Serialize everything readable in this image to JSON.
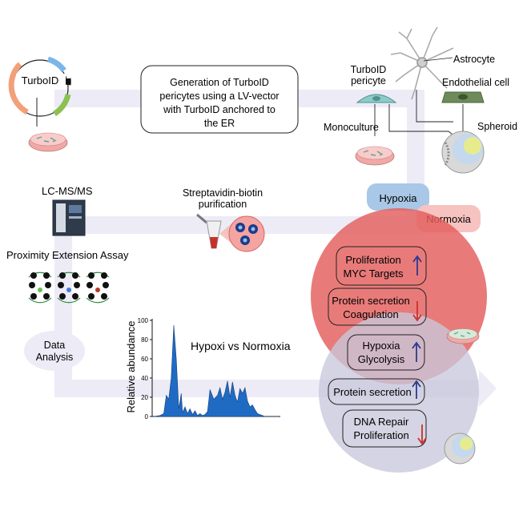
{
  "plasmid": {
    "label": "TurboID"
  },
  "generation_box": {
    "lines": [
      "Generation of TurboID",
      "pericytes using a LV-vector",
      "with TurboID anchored to",
      "the ER"
    ]
  },
  "cells": {
    "astrocyte": "Astrocyte",
    "turboid_pericyte": [
      "TurboID",
      "pericyte"
    ],
    "endothelial": "Endothelial cell",
    "monoculture": "Monoculture",
    "spheroid": "Spheroid"
  },
  "conditions": {
    "hypoxia": "Hypoxia",
    "normoxia": "Normoxia"
  },
  "methods": {
    "lcms": "LC-MS/MS",
    "streptavidin": [
      "Streptavidin-biotin",
      "purification"
    ],
    "pea": "Proximity Extension Assay",
    "data_analysis": [
      "Data",
      "Analysis"
    ]
  },
  "chart_data": {
    "type": "area",
    "title": "Hypoxi vs Normoxia",
    "ylabel": "Relative abundance",
    "xlabel": "",
    "ylim": [
      0,
      100
    ],
    "yticks": [
      0,
      20,
      40,
      60,
      80,
      100
    ],
    "x": [
      0,
      5,
      8,
      10,
      12,
      14,
      16,
      18,
      20,
      22,
      23,
      25,
      27,
      29,
      31,
      33,
      35,
      37,
      39,
      41,
      43,
      45,
      48,
      51,
      53,
      55,
      57,
      59,
      61,
      63,
      65,
      67,
      69,
      71,
      73,
      75,
      77,
      79,
      81,
      83,
      85,
      87,
      89,
      91,
      93,
      100
    ],
    "values": [
      0,
      1,
      3,
      22,
      18,
      40,
      95,
      60,
      8,
      24,
      4,
      10,
      3,
      8,
      2,
      6,
      1,
      3,
      1,
      2,
      5,
      28,
      18,
      22,
      30,
      18,
      25,
      37,
      20,
      36,
      22,
      15,
      29,
      24,
      30,
      16,
      10,
      12,
      7,
      3,
      2,
      1,
      0,
      0,
      0,
      0
    ]
  },
  "venn": {
    "top": [
      {
        "text": [
          "Proliferation",
          "MYC Targets"
        ],
        "direction": "up"
      },
      {
        "text": [
          "Protein secretion",
          "Coagulation"
        ],
        "direction": "down"
      }
    ],
    "middle": {
      "text": [
        "Hypoxia",
        "Glycolysis"
      ],
      "direction": "up"
    },
    "bottom": [
      {
        "text": [
          "Protein secretion"
        ],
        "direction": "up"
      },
      {
        "text": [
          "DNA Repair",
          "Proliferation"
        ],
        "direction": "down"
      }
    ]
  },
  "colors": {
    "flow_arrow": "#ecebf6",
    "hypoxia_bg": "#a9c7e6",
    "normoxia_bg": "#f6c3c0",
    "venn_top": "#e35e5b",
    "venn_bottom": "#c9c8dc",
    "area_fill": "#1f6bc4",
    "arrow_up": "#2b3a8f",
    "arrow_down": "#c8302c"
  }
}
